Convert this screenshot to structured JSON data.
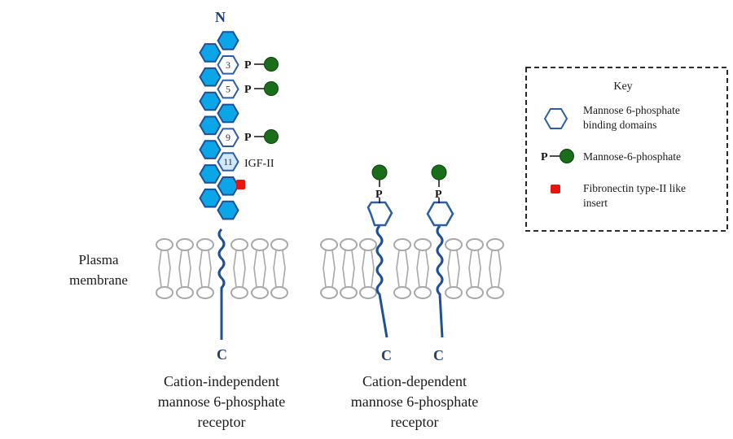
{
  "labels": {
    "n_terminus": "N",
    "c_terminus": "C",
    "phosphate": "P",
    "igf": "IGF-II",
    "membrane_line1": "Plasma",
    "membrane_line2": "membrane",
    "ci_caption": [
      "Cation-independent",
      "mannose 6-phosphate",
      "receptor"
    ],
    "cd_caption": [
      "Cation-dependent",
      "mannose 6-phosphate",
      "receptor"
    ]
  },
  "domains": {
    "binding_numbers": [
      "3",
      "5",
      "9"
    ],
    "igf_domain_number": "11"
  },
  "key": {
    "title": "Key",
    "items": [
      {
        "icon": "hexagon-outline-icon",
        "lines": [
          "Mannose 6-phosphate",
          "binding domains"
        ]
      },
      {
        "icon": "phosphate-circle-icon",
        "lines": [
          "Mannose-6-phosphate"
        ]
      },
      {
        "icon": "red-square-icon",
        "lines": [
          "Fibronectin type-II like",
          "insert"
        ]
      }
    ]
  },
  "colors": {
    "domain_fill": "#0aa6e8",
    "domain_stroke": "#1f4f96",
    "binding_fill": "#ffffff",
    "binding_stroke": "#2e5da8",
    "igf_fill": "#cfe8fa",
    "chain": "#1f4f96",
    "phosphate_circle": "#1a6e1a",
    "fibronectin": "#e8140f",
    "lipid": "#a8a8a8",
    "terminus_text": "#1f3e78"
  }
}
